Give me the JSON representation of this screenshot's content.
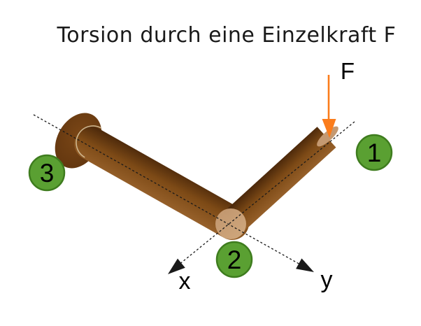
{
  "title": "Torsion durch eine Einzelkraft F",
  "force": {
    "label": "F"
  },
  "axes": {
    "x_label": "x",
    "y_label": "y"
  },
  "markers": [
    {
      "label": "1"
    },
    {
      "label": "2"
    },
    {
      "label": "3"
    }
  ],
  "colors": {
    "background": "#ffffff",
    "text": "#000000",
    "title_text": "#1a1a1a",
    "orange": "#fb7c1b",
    "green_fill": "#5aa032",
    "green_stroke": "#3e7c1e",
    "rod_dark": "#4e2a0b",
    "rod_mid": "#7d4a16",
    "rod_light": "#96602a",
    "flange_center": "#7a4616",
    "flange_edge": "#5f340e",
    "cap_tan": "#c49971",
    "cap_tan_light": "#d2ab81",
    "cap_outline": "#dcc8a2",
    "axis_line": "#1a1a1a"
  }
}
